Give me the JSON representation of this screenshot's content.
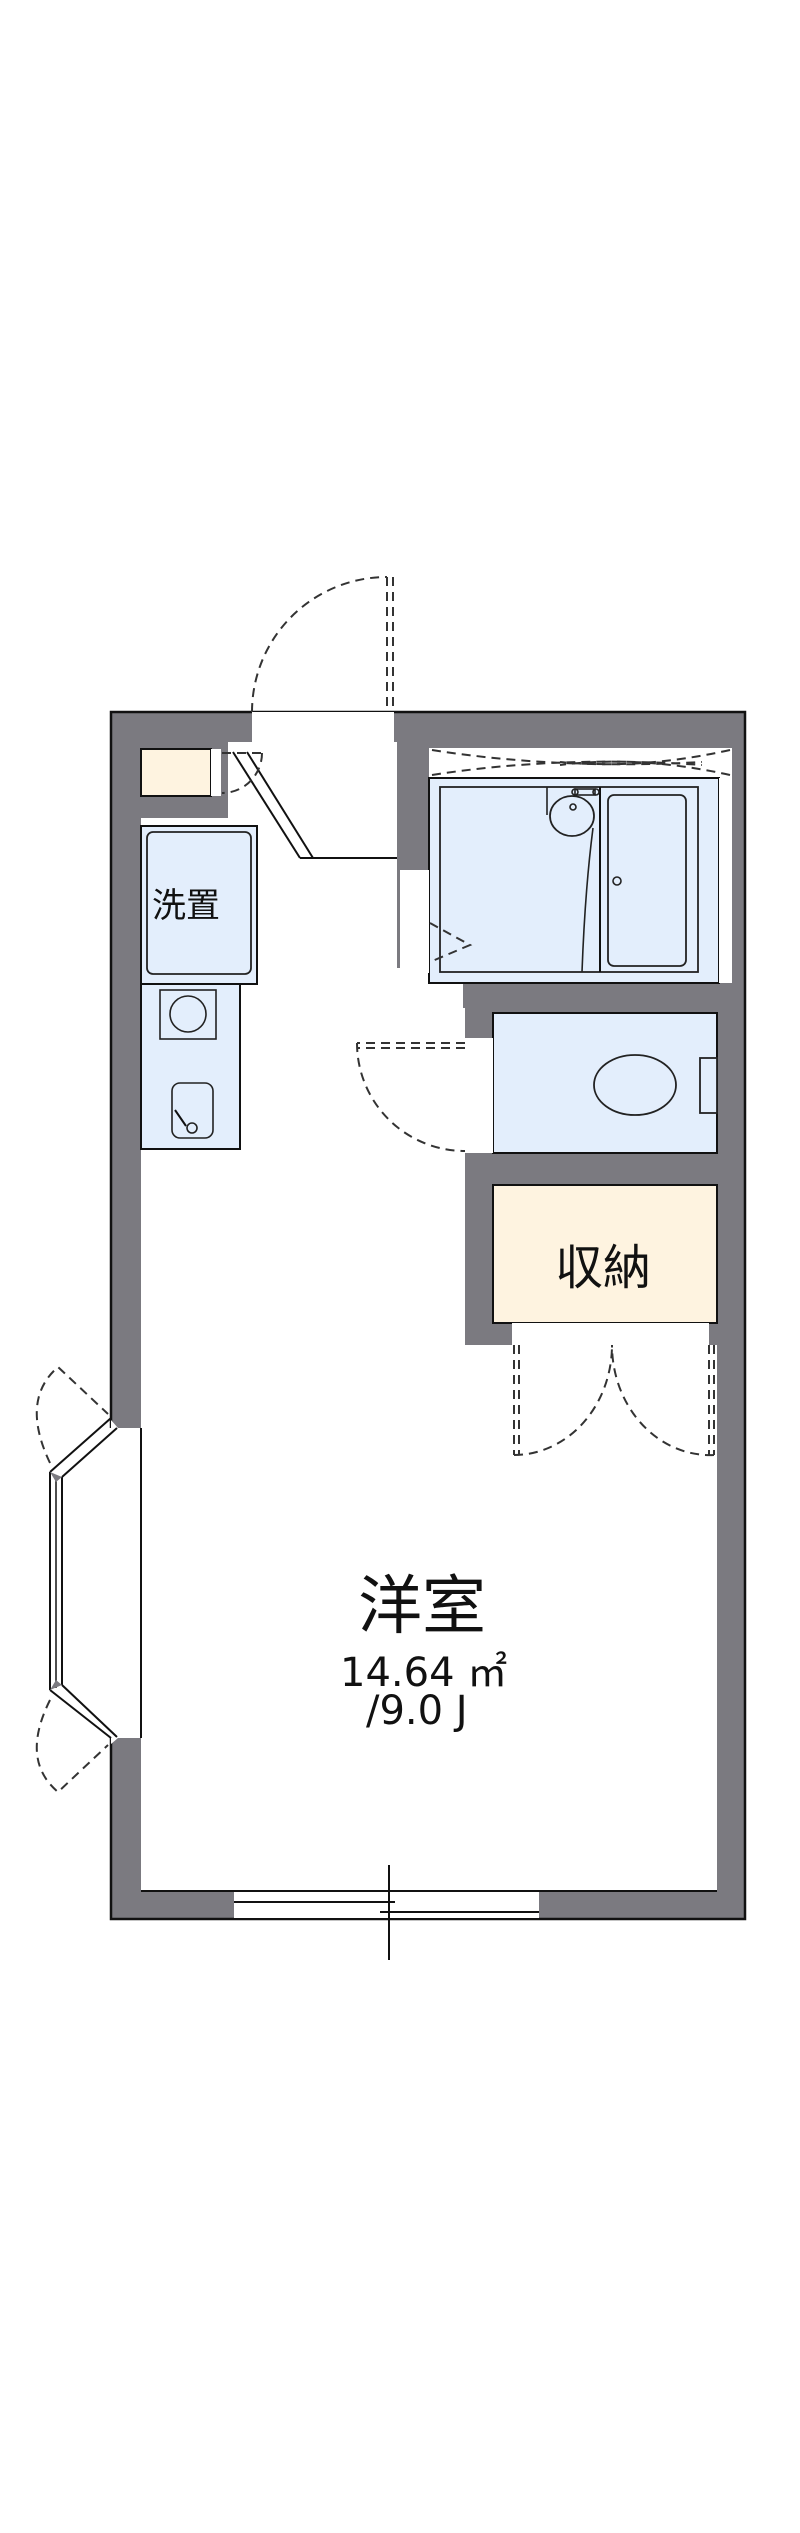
{
  "floorplan": {
    "colors": {
      "wall": "#7b7a80",
      "wet_area": "#e3eefc",
      "storage": "#fef3e0",
      "outline": "#111111"
    },
    "rooms": [
      {
        "id": "western-room",
        "label": "洋室",
        "area": "14.64 ㎡",
        "tatami": "/9.0 J"
      },
      {
        "id": "storage",
        "label": "収納"
      },
      {
        "id": "laundry",
        "label": "洗置"
      },
      {
        "id": "bathroom",
        "label": ""
      },
      {
        "id": "toilet",
        "label": ""
      },
      {
        "id": "kitchen",
        "label": ""
      },
      {
        "id": "entrance",
        "label": ""
      }
    ],
    "icons": [
      "entrance-door-icon",
      "bath-tub-icon",
      "washbasin-icon",
      "toilet-icon",
      "sink-icon",
      "stove-icon",
      "closet-double-door-icon",
      "bay-window-icon",
      "sliding-window-icon"
    ]
  }
}
